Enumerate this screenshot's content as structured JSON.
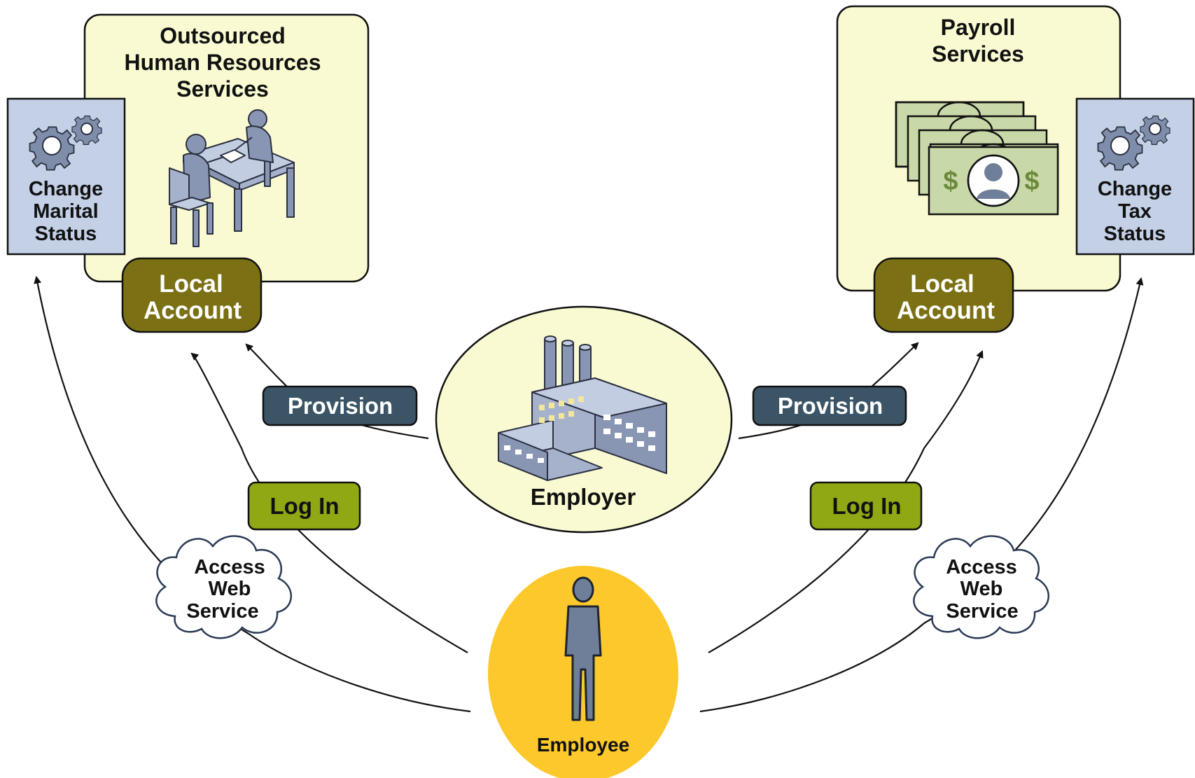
{
  "diagram": {
    "left_service": {
      "title_lines": [
        "Outsourced",
        "Human Resources",
        "Services"
      ],
      "account_lines": [
        "Local",
        "Account"
      ],
      "task_lines": [
        "Change",
        "Marital",
        "Status"
      ],
      "icon": "meeting-desk-icon"
    },
    "right_service": {
      "title_lines": [
        "Payroll",
        "Services"
      ],
      "account_lines": [
        "Local",
        "Account"
      ],
      "task_lines": [
        "Change",
        "Tax",
        "Status"
      ],
      "icon": "money-stack-icon"
    },
    "employer": {
      "label": "Employer",
      "icon": "factory-icon"
    },
    "employee": {
      "label": "Employee",
      "icon": "person-icon"
    },
    "edge_labels": {
      "provision_left": "Provision",
      "provision_right": "Provision",
      "login_left": "Log In",
      "login_right": "Log In"
    },
    "cloud_left_lines": [
      "Access",
      "Web",
      "Service"
    ],
    "cloud_right_lines": [
      "Access",
      "Web",
      "Service"
    ],
    "colors": {
      "service_panel": "#fafad2",
      "task_panel": "#c3d0e6",
      "local_account": "#7b7013",
      "provision": "#3b5567",
      "login": "#8fa814",
      "employer_circle": "#fafad2",
      "employee_circle": "#fdc82b",
      "figure": "#6f7f99",
      "money": "#c8d8a8"
    }
  }
}
